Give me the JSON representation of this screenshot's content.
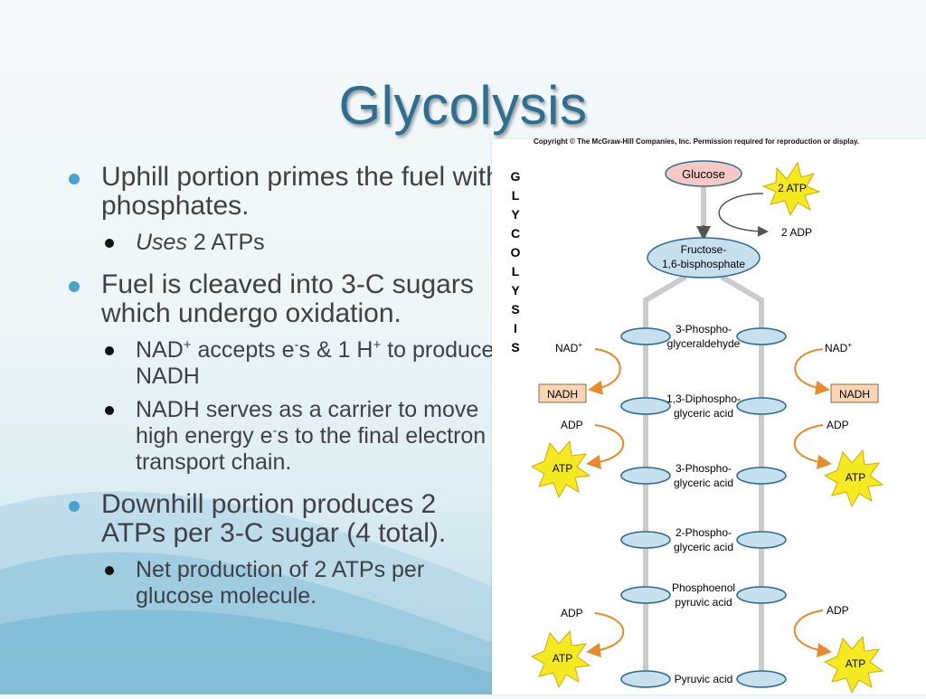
{
  "slide": {
    "title": "Glycolysis",
    "bullets": [
      {
        "text": "Uphill portion primes the fuel with phosphates.",
        "sub": [
          {
            "italic": "Uses",
            "text": " 2 ATPs"
          }
        ]
      },
      {
        "text": "Fuel is cleaved into 3-C sugars which undergo oxidation.",
        "sub": [
          {
            "p1": "NAD",
            "s1": "+",
            "p2": " accepts e",
            "s2": "-",
            "p3": "s & 1 H",
            "s3": "+",
            "p4": " to produce NADH"
          },
          {
            "p1": "NADH serves as a carrier to move high energy e",
            "s1": "-",
            "p2": "s to the final electron transport chain."
          }
        ]
      },
      {
        "text": "Downhill portion produces 2 ATPs per 3-C sugar (4 total).",
        "sub": [
          {
            "text": "Net production of 2 ATPs per glucose molecule."
          }
        ]
      }
    ]
  },
  "figure": {
    "copyright": "Copyright © The McGraw-Hill Companies, Inc. Permission required for reproduction or display.",
    "side_letters": [
      "G",
      "L",
      "Y",
      "C",
      "O",
      "L",
      "Y",
      "S",
      "I",
      "S"
    ],
    "glucose": "Glucose",
    "atp": "ATP",
    "atp_in": "2 ATP",
    "adp_out": "2 ADP",
    "f16bp": [
      "Fructose-",
      "1,6-bisphosphate"
    ],
    "nad_plus": "NAD",
    "plus": "+",
    "nadh": "NADH",
    "adp": "ADP",
    "steps": [
      [
        "3-Phospho-",
        "glyceraldehyde"
      ],
      [
        "1,3-Diphospho-",
        "glyceric acid"
      ],
      [
        "3-Phospho-",
        "glyceric acid"
      ],
      [
        "2-Phospho-",
        "glyceric acid"
      ],
      [
        "Phosphoenol",
        "pyruvic acid"
      ],
      [
        "Pyruvic acid"
      ]
    ],
    "colors": {
      "glucose_fill": "#f6c9c4",
      "node_fill": "#c6e0ee",
      "node_stroke": "#2d6b8e",
      "atp_fill": "#f5ea1f",
      "nadh_fill": "#f8d5b3",
      "arrow_orange": "#e9892b",
      "pipe": "#c9cbcd"
    }
  }
}
